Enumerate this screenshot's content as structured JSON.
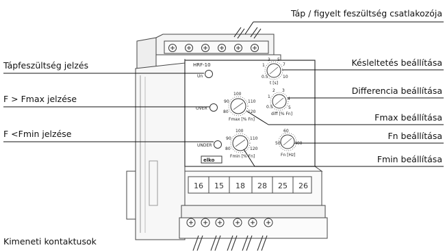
{
  "device": {
    "model": "HRF-10",
    "brand": "elko",
    "led_labels": {
      "un": "Un",
      "over": "OVER",
      "under": "UNDER"
    },
    "dials": {
      "delay": {
        "scale": [
          "0.5",
          "1",
          "3",
          "5",
          "7",
          "10"
        ],
        "unit": "t [s]"
      },
      "diff": {
        "scale": [
          "0.5",
          "1",
          "2",
          "3",
          "4",
          "5"
        ],
        "unit": "diff [% Fn]"
      },
      "fmax": {
        "scale": [
          "80",
          "90",
          "100",
          "110",
          "120"
        ],
        "unit": "Fmax [% Fn]"
      },
      "fn": {
        "scale": [
          "50",
          "60",
          "400"
        ],
        "unit": "Fn [Hz]"
      },
      "fmin": {
        "scale": [
          "80",
          "90",
          "100",
          "110",
          "120"
        ],
        "unit": "Fmin [% Fn]"
      }
    },
    "terminals": [
      "16",
      "15",
      "18",
      "28",
      "25",
      "26"
    ]
  },
  "callouts": {
    "supply_terminal": "Táp / figyelt feszültség csatlakozója",
    "supply_indicator": "Tápfeszültség jelzés",
    "delay_setting": "Késleltetés beállítása",
    "fmax_signal": "F > Fmax jelzése",
    "diff_setting": "Differencia beállítása",
    "fmax_setting": "Fmax beállítása",
    "fmin_signal": "F <Fmin jelzése",
    "fn_setting": "Fn beállítása",
    "fmin_setting": "Fmin beállítása",
    "output_contacts": "Kimeneti kontaktusok"
  }
}
